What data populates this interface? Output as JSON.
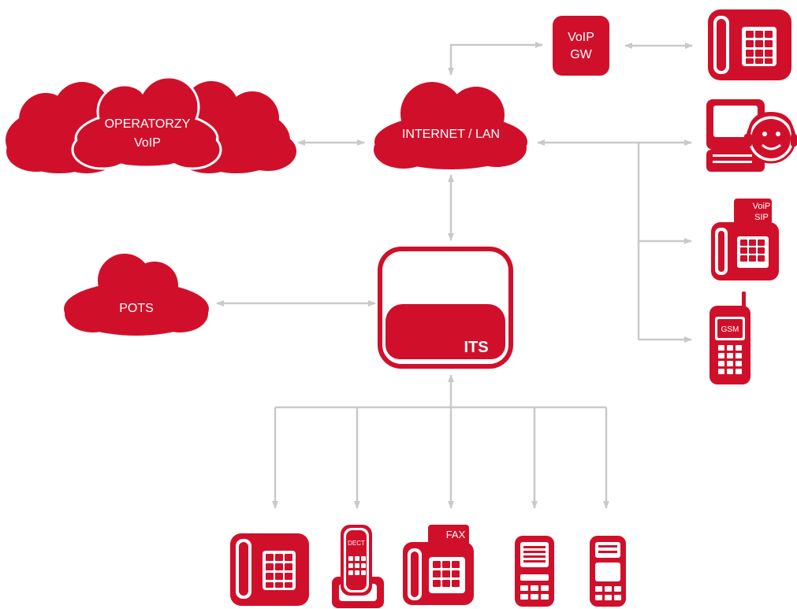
{
  "colors": {
    "brand_red": "#d0102b",
    "connector_gray": "#c9c9c9",
    "label_white": "#ffffff"
  },
  "nodes": {
    "operatorzy": {
      "line1": "OPERATORZY",
      "line2": "VoIP",
      "icon": "cloud-icon"
    },
    "internet": {
      "label": "INTERNET / LAN",
      "icon": "cloud-icon"
    },
    "pots": {
      "label": "POTS",
      "icon": "cloud-icon"
    },
    "voip_gw": {
      "line1": "VoIP",
      "line2": "GW",
      "icon": "gateway-box-icon"
    },
    "its": {
      "label": "ITS",
      "icon": "pbx-unit-icon"
    }
  },
  "devices": {
    "desk_phone_top": {
      "icon": "desk-phone-icon"
    },
    "agent_workstation": {
      "icon": "agent-workstation-icon"
    },
    "voip_sip_phone": {
      "line1": "VoiP",
      "line2": "SIP",
      "icon": "sip-phone-icon"
    },
    "gsm_phone": {
      "label": "GSM",
      "icon": "gsm-mobile-icon"
    },
    "desk_phone_bottom": {
      "icon": "desk-phone-icon"
    },
    "dect_phone": {
      "label": "DECT",
      "icon": "dect-phone-icon"
    },
    "fax": {
      "label": "FAX",
      "icon": "fax-icon"
    },
    "system_phone_1": {
      "icon": "system-phone-icon"
    },
    "system_phone_2": {
      "icon": "display-phone-icon"
    }
  }
}
